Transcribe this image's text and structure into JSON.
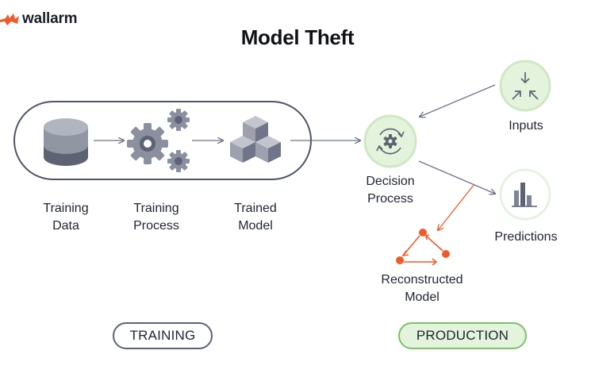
{
  "brand": {
    "name": "wallarm",
    "accent": "#f05a28"
  },
  "title": "Model Theft",
  "training": {
    "nodes": [
      {
        "line1": "Training",
        "line2": "Data",
        "icon": "database-icon"
      },
      {
        "line1": "Training",
        "line2": "Process",
        "icon": "gears-icon"
      },
      {
        "line1": "Trained",
        "line2": "Model",
        "icon": "cubes-icon"
      }
    ],
    "pill": "TRAINING"
  },
  "production": {
    "decision": {
      "line1": "Decision",
      "line2": "Process",
      "icon": "cycle-gear-icon"
    },
    "inputs": {
      "label": "Inputs",
      "icon": "converge-arrows-icon"
    },
    "predictions": {
      "label": "Predictions",
      "icon": "bar-chart-icon"
    },
    "reconstructed": {
      "line1": "Reconstructed",
      "line2": "Model",
      "icon": "triangle-graph-icon"
    },
    "pill": "PRODUCTION"
  },
  "colors": {
    "icon_gray": "#8a909f",
    "icon_dark": "#5d6374",
    "green_fill": "#e3f3dc",
    "green_stroke": "#7cc16a",
    "attack_orange": "#f05a28",
    "line_gray": "#6c7385"
  }
}
